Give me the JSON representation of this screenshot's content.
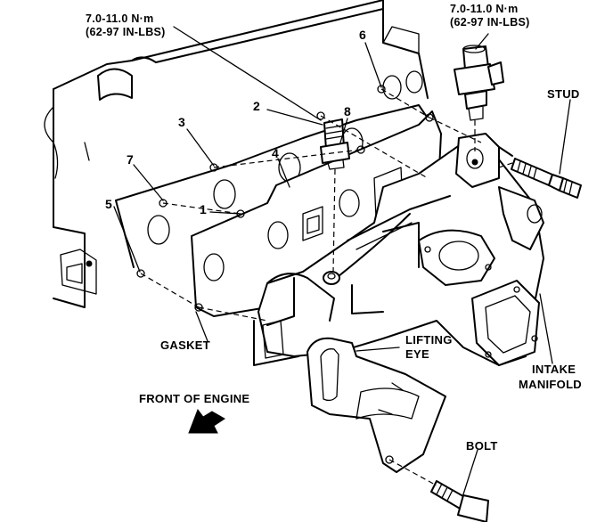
{
  "torque_left": {
    "line1": "7.0-11.0 N·m",
    "line2": "(62-97 IN-LBS)"
  },
  "torque_right": {
    "line1": "7.0-11.0 N·m",
    "line2": "(62-97 IN-LBS)"
  },
  "callouts": [
    "1",
    "2",
    "3",
    "4",
    "5",
    "6",
    "7",
    "8"
  ],
  "labels": {
    "stud": "STUD",
    "gasket": "GASKET",
    "lifting_eye_1": "LIFTING",
    "lifting_eye_2": "EYE",
    "intake_1": "INTAKE",
    "intake_2": "MANIFOLD",
    "front_of_engine": "FRONT OF ENGINE",
    "bolt": "BOLT"
  }
}
